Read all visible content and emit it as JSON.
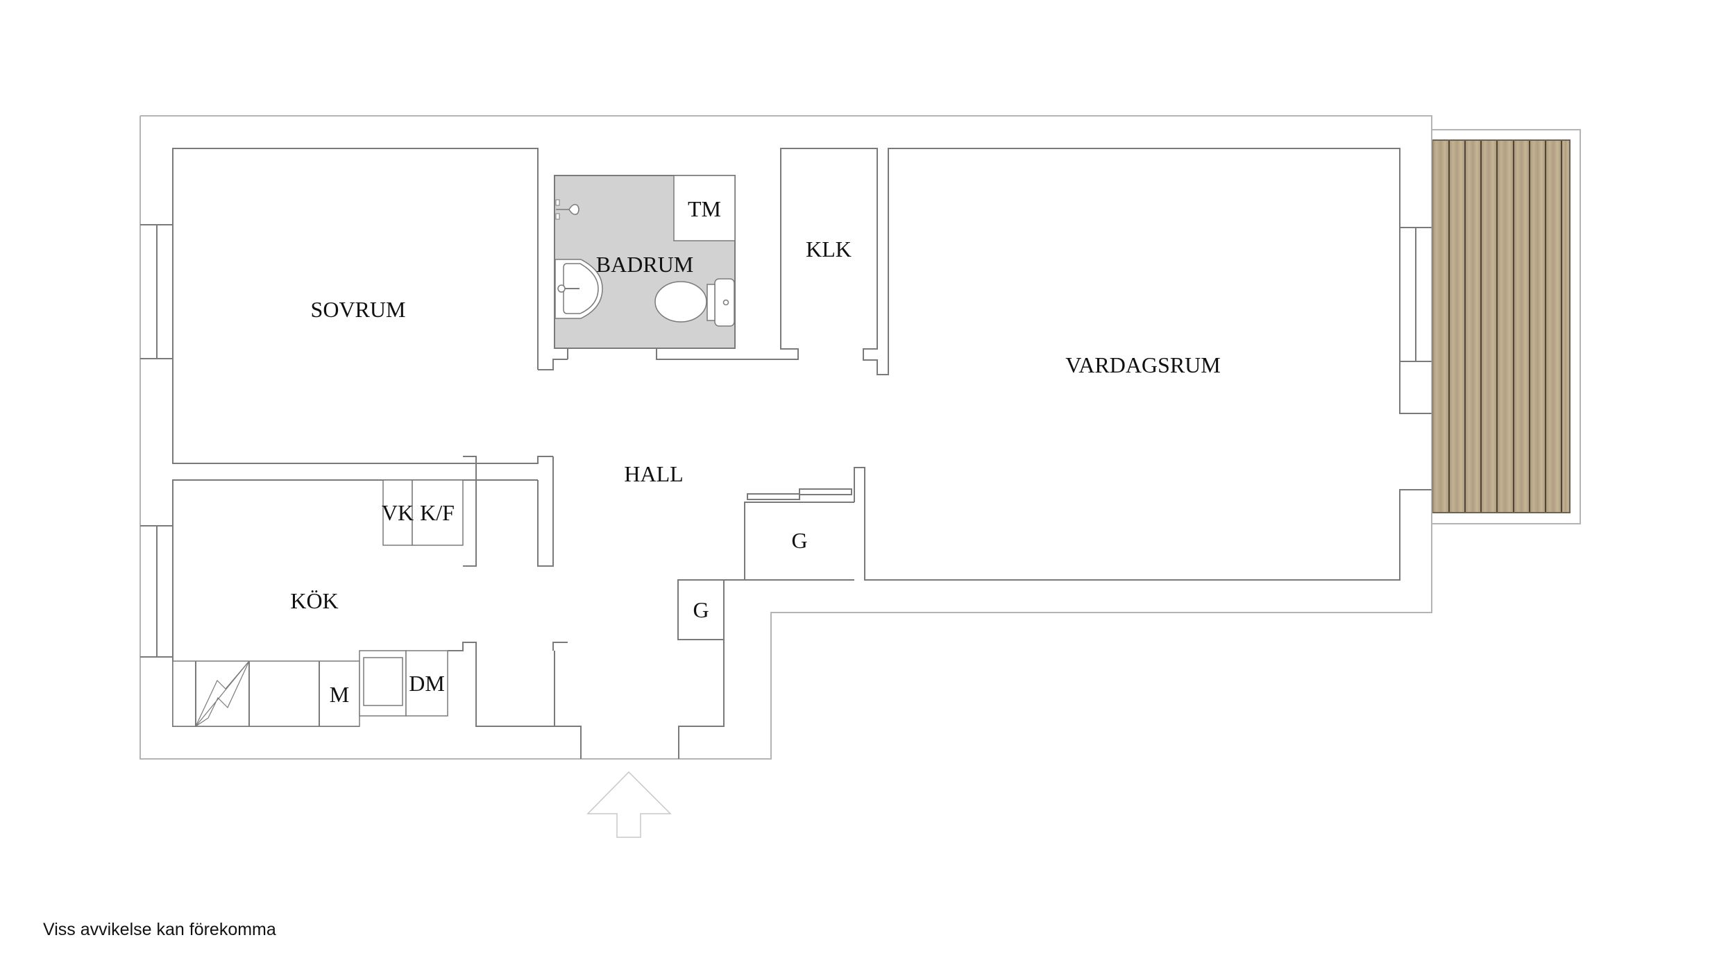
{
  "plan": {
    "rooms": {
      "sovrum": "SOVRUM",
      "badrum": "BADRUM",
      "klk": "KLK",
      "vardagsrum": "VARDAGSRUM",
      "hall": "HALL",
      "kok": "KÖK"
    },
    "fixtures": {
      "tm": "TM",
      "vk": "VK",
      "kf": "K/F",
      "m": "M",
      "dm": "DM",
      "g_large": "G",
      "g_small": "G"
    },
    "icons": {
      "entrance": "entrance-arrow-icon",
      "electrical": "electrical-panel-icon",
      "toilet": "toilet-icon",
      "sink": "sink-icon",
      "shower": "shower-icon"
    },
    "colors": {
      "bathroom_floor": "#d2d2d2",
      "balcony_deck": "#b5a58b",
      "wall_line": "#7a7a7a"
    }
  },
  "footer": {
    "note": "Viss avvikelse kan förekomma"
  }
}
